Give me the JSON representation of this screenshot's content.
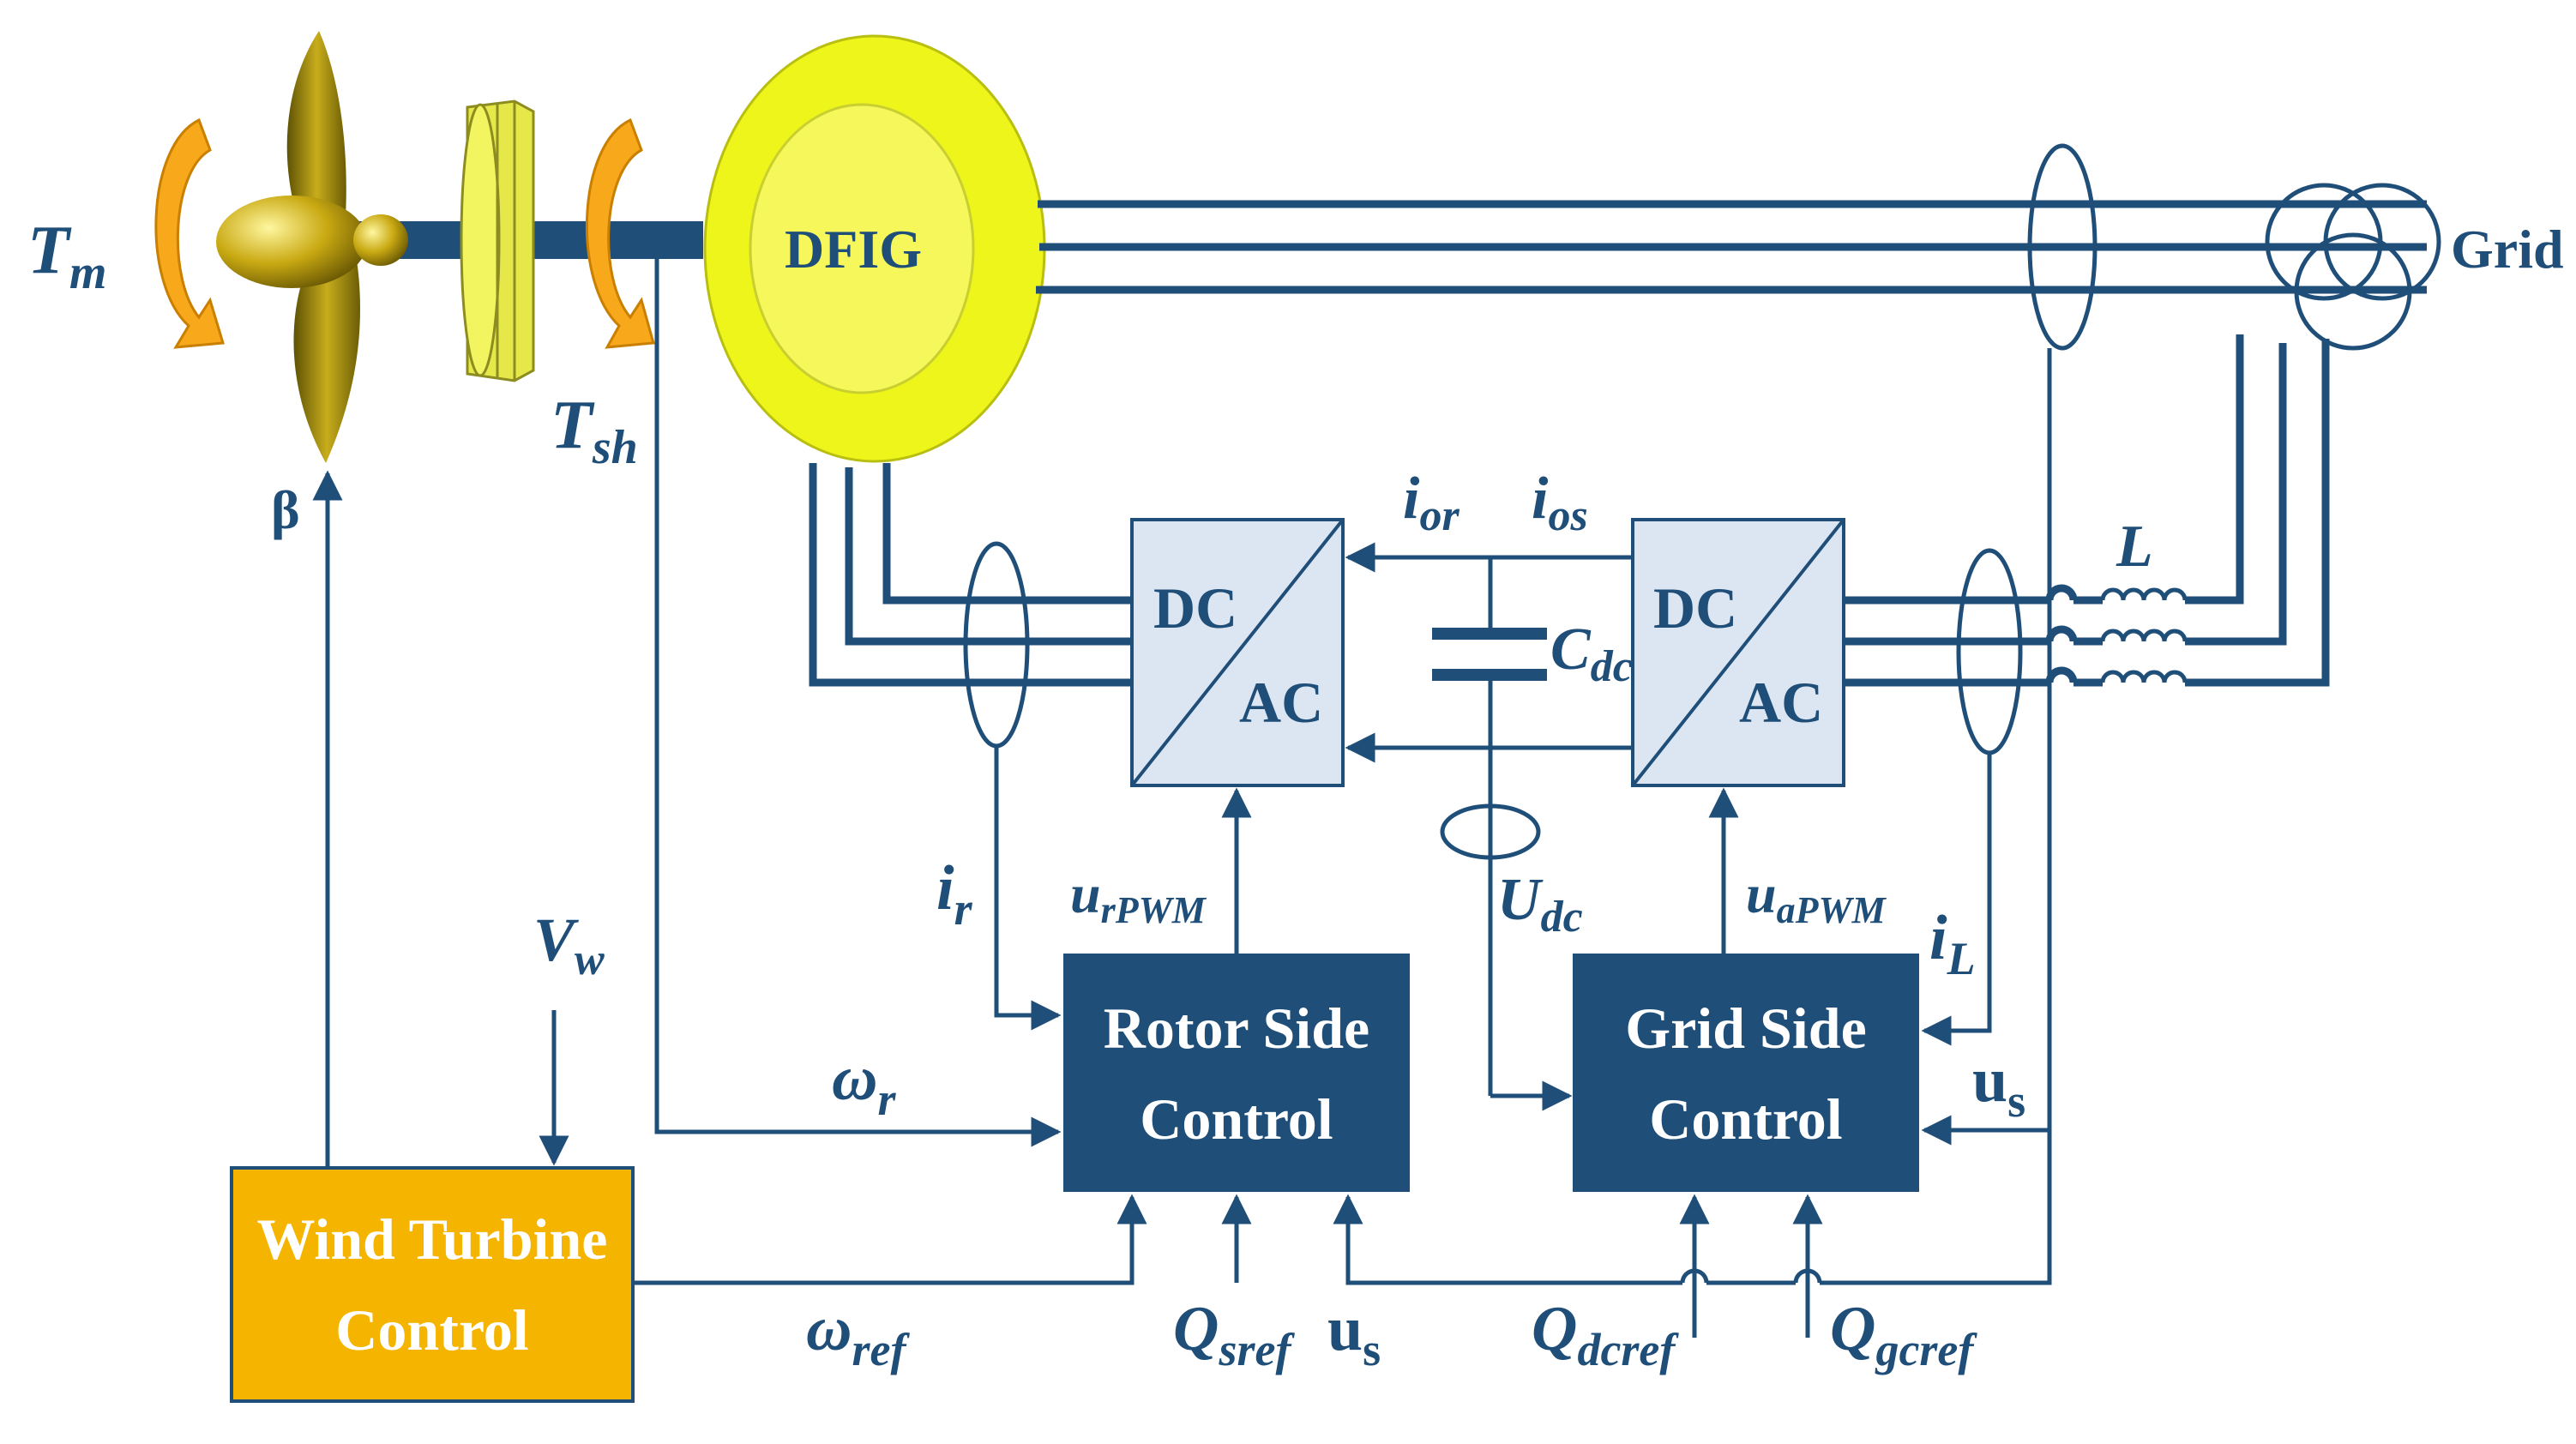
{
  "machine": {
    "generator_label": "DFIG"
  },
  "grid": {
    "label": "Grid"
  },
  "mechanical": {
    "torque_mech": "T",
    "torque_mech_sub": "m",
    "torque_shaft": "T",
    "torque_shaft_sub": "sh",
    "pitch": "β",
    "wind_speed": "V",
    "wind_speed_sub": "w"
  },
  "converters": {
    "rotor_side": {
      "top": "DC",
      "bottom": "AC"
    },
    "grid_side": {
      "top": "DC",
      "bottom": "AC"
    }
  },
  "dc_link": {
    "cap": "C",
    "cap_sub": "dc",
    "voltage": "U",
    "voltage_sub": "dc",
    "i_or": "i",
    "i_or_sub": "or",
    "i_os": "i",
    "i_os_sub": "os"
  },
  "filter": {
    "inductor": "L"
  },
  "signals": {
    "i_r": "i",
    "i_r_sub": "r",
    "u_rpwm": "u",
    "u_rpwm_sub": "rPWM",
    "u_apwm": "u",
    "u_apwm_sub": "aPWM",
    "i_l": "i",
    "i_l_sub": "L",
    "u_s_right": "u",
    "u_s_right_sub": "s",
    "omega_r": "ω",
    "omega_r_sub": "r",
    "omega_ref": "ω",
    "omega_ref_sub": "ref",
    "q_sref": "Q",
    "q_sref_sub": "sref",
    "u_s_bottom": "u",
    "u_s_bottom_sub": "s",
    "q_dcref": "Q",
    "q_dcref_sub": "dcref",
    "q_gcref": "Q",
    "q_gcref_sub": "gcref"
  },
  "blocks": {
    "rotor_side_control": {
      "line1": "Rotor Side",
      "line2": "Control"
    },
    "grid_side_control": {
      "line1": "Grid Side",
      "line2": "Control"
    },
    "wind_turbine_control": {
      "line1": "Wind Turbine",
      "line2": "Control"
    }
  },
  "colors": {
    "wire": "#1f4e79",
    "control_block": "#1f4e79",
    "turbine_block": "#f5b400",
    "generator": "#eef51a",
    "converter": "#dce6f2",
    "arrow_torque": "#f7a81b",
    "blade": "#b59d10"
  }
}
